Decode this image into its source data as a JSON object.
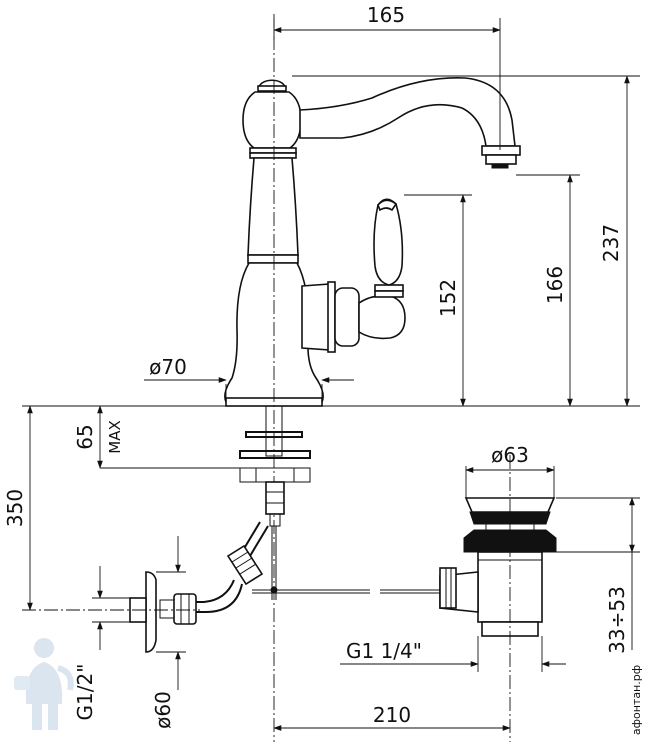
{
  "drawing": {
    "dimensions": {
      "spout_reach": "165",
      "total_height": "237",
      "spout_height": "166",
      "handle_height": "152",
      "base_diameter": "ø70",
      "max_deck_thickness": "65",
      "max_label": "MAX",
      "pull_rod_length": "350",
      "waste_diameter": "ø63",
      "waste_range": "33÷53",
      "waste_thread": "G1  1/4\"",
      "connection_thread": "G1/2\"",
      "rosette_diameter": "ø60",
      "waste_offset": "210"
    },
    "watermark": {
      "text": "афонтан.рф",
      "logo": "plumber-mascot-logo"
    }
  }
}
